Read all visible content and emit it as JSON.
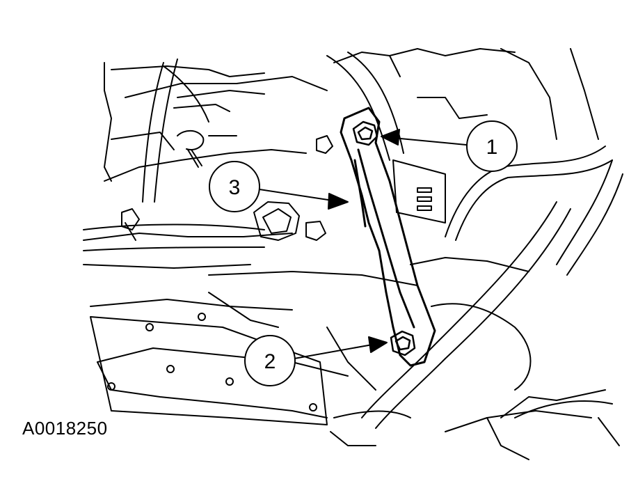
{
  "figure_id": "A0018250",
  "callouts": [
    {
      "label": "1",
      "target": "upper-bracket-bolt"
    },
    {
      "label": "2",
      "target": "lower-bracket-bolt"
    },
    {
      "label": "3",
      "target": "support-bracket"
    }
  ],
  "colors": {
    "ink": "#000000",
    "background": "#ffffff"
  }
}
